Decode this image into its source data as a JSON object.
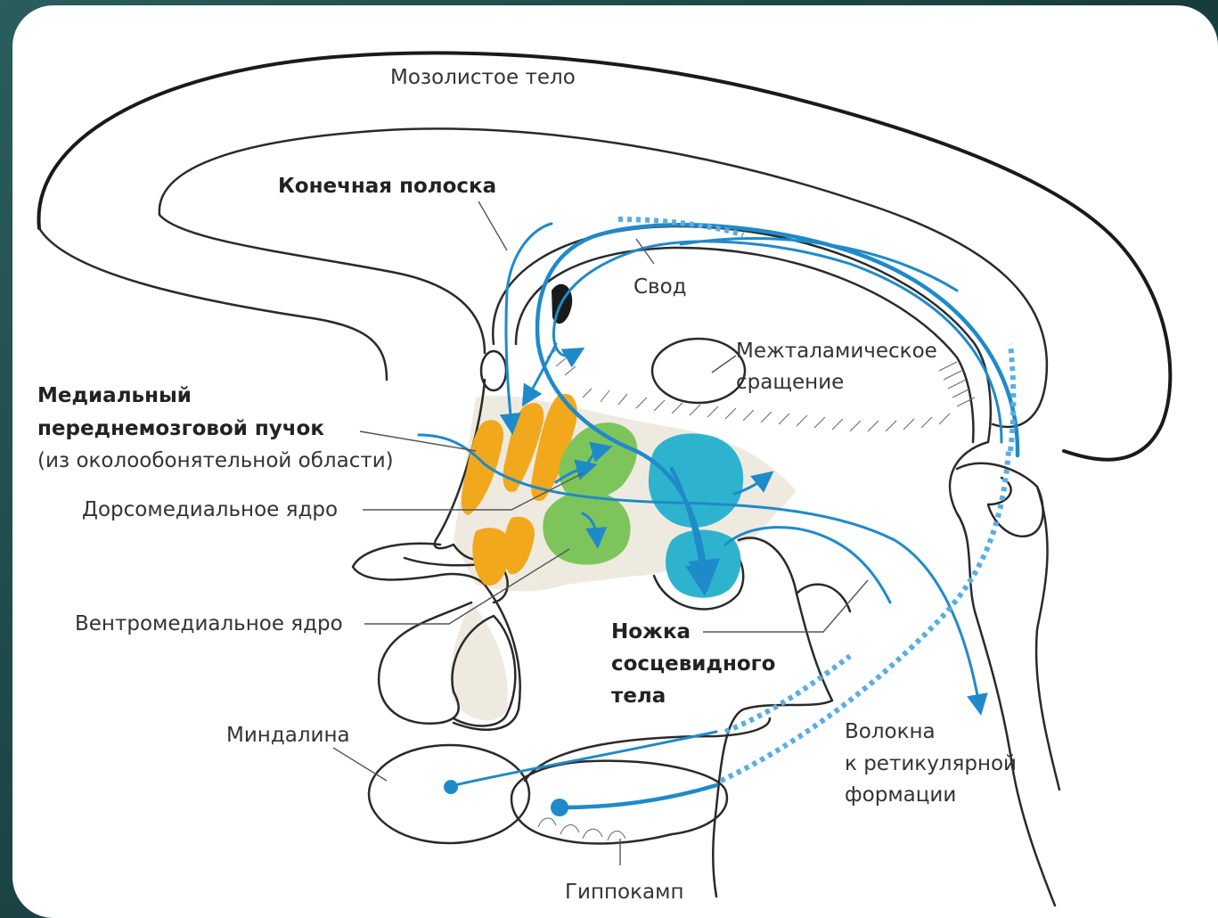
{
  "labels": {
    "corpus_callosum": "Мозолистое тело",
    "stria_terminalis": "Конечная полоска",
    "fornix": "Свод",
    "interthalamic_1": "Межталамическое",
    "interthalamic_2": "сращение",
    "mfb_1": "Медиальный",
    "mfb_2": "переднемозговой пучок",
    "mfb_3": "(из околообонятельной области)",
    "dorsomedial": "Дорсомедиальное ядро",
    "ventromedial": "Вентромедиальное ядро",
    "mammillary_1": "Ножка",
    "mammillary_2": "сосцевидного",
    "mammillary_3": "тела",
    "amygdala": "Миндалина",
    "reticular_1": "Волокна",
    "reticular_2": "к ретикулярной",
    "reticular_3": "формации",
    "hippocampus": "Гиппокамп"
  },
  "colors": {
    "background": "#1f4a4a",
    "card": "#ffffff",
    "tract_blue": "#1f8ac9",
    "nucleus_orange": "#f2a81d",
    "nucleus_green": "#7dc55b",
    "nucleus_teal": "#2eb3cf",
    "hypothalamus_fill": "#eeeae0"
  }
}
